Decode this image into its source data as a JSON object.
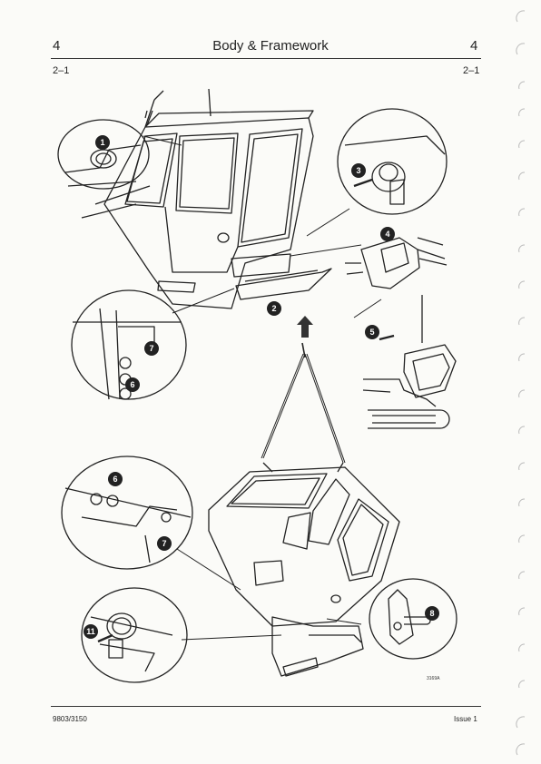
{
  "header": {
    "section_number_left": "4",
    "title": "Body & Framework",
    "section_number_right": "4",
    "page_ref_left": "2–1",
    "page_ref_right": "2–1"
  },
  "figure": {
    "callouts": [
      "1",
      "2",
      "3",
      "4",
      "5",
      "6",
      "7",
      "6",
      "7",
      "8",
      "11"
    ],
    "drawing_ref": "3169A"
  },
  "footer": {
    "doc_number": "9803/3150",
    "issue": "Issue 1"
  }
}
